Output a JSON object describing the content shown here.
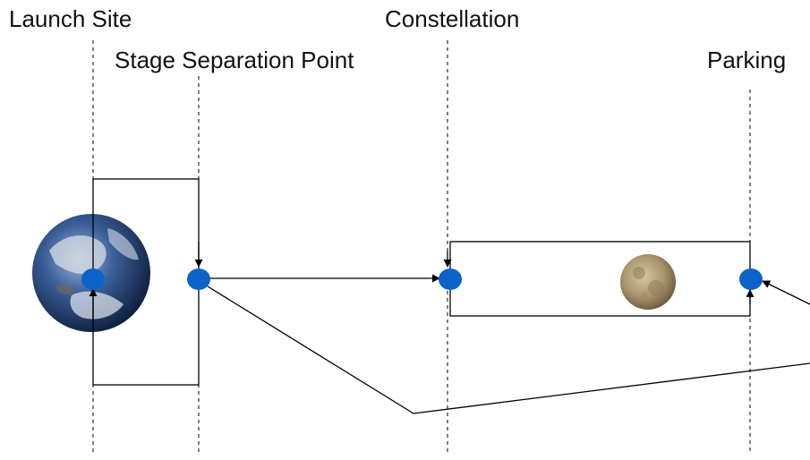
{
  "labels": {
    "launch_site": "Launch Site",
    "stage_separation_point": "Stage Separation Point",
    "constellation": "Constellation",
    "parking": "Parking"
  },
  "icons": {
    "earth": "earth-globe-icon",
    "moon": "full-moon-icon"
  },
  "colors": {
    "node": "#0b63c9",
    "line": "#000000",
    "background": "#ffffff"
  }
}
